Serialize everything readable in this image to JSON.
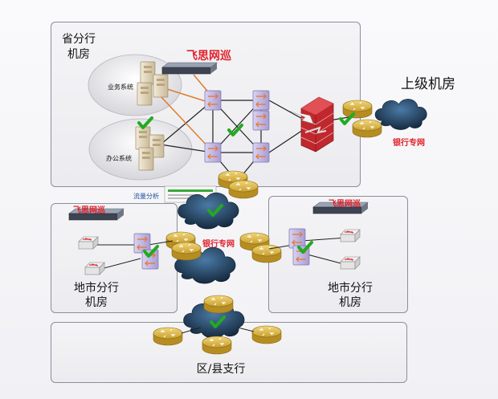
{
  "labels": {
    "province_room": "省分行\n机房",
    "business_system": "业务系统",
    "office_system": "办公系统",
    "monitor_top": "飞思网巡",
    "monitor_left": "飞思网巡",
    "monitor_right": "飞思网巡",
    "upper_room": "上级机房",
    "bank_net_right": "银行专网",
    "bank_net_center": "银行专网",
    "traffic_analysis": "流量分析",
    "city_left": "地市分行\n机房",
    "city_right": "地市分行\n机房",
    "county": "区/县支行"
  },
  "colors": {
    "alert_red": "#e0202a",
    "check_green": "#22aa22",
    "router_gold": "#c9a030",
    "switch_lavender": "#b9b0dc",
    "cloud_navy": "#1d3550",
    "firewall_red": "#c0282e"
  }
}
